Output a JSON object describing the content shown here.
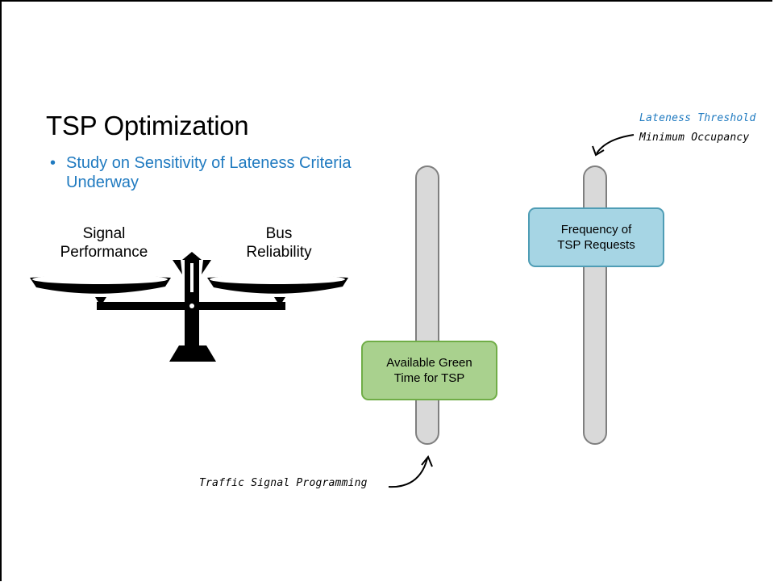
{
  "slide": {
    "title": "TSP Optimization",
    "bullet": {
      "marker": "•",
      "text": "Study on Sensitivity of Lateness Criteria Underway"
    },
    "scale": {
      "left_label": "Signal\nPerformance",
      "right_label": "Bus\nReliability"
    },
    "sliders": [
      {
        "box_label": "Available Green\nTime for TSP",
        "color": "#a9d18e",
        "level": 0.7
      },
      {
        "box_label": "Frequency of\nTSP Requests",
        "color": "#a6d5e4",
        "level": 0.25
      }
    ],
    "annotations": {
      "lateness_threshold": "Lateness Threshold",
      "minimum_occupancy": "Minimum Occupancy",
      "traffic_signal_programming": "Traffic Signal Programming"
    }
  },
  "colors": {
    "accent_blue": "#1f7ac0",
    "track_fill": "#d9d9d9",
    "track_border": "#7f7f7f"
  }
}
